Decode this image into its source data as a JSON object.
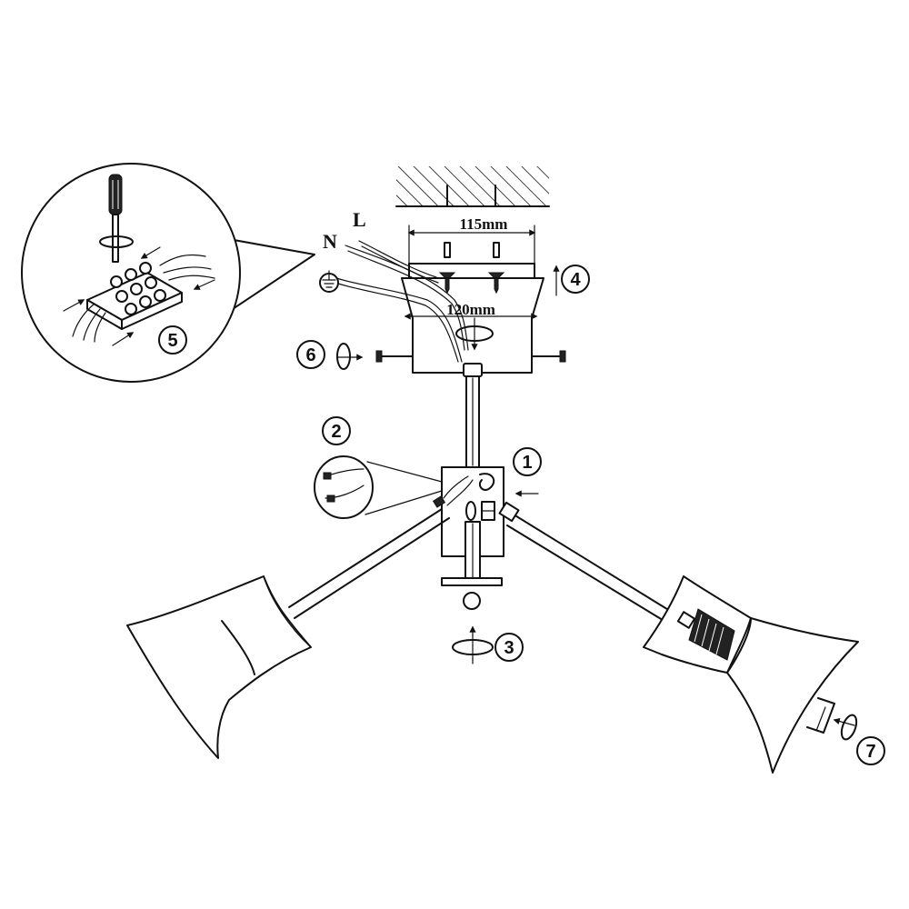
{
  "wire_labels": {
    "neutral": "N",
    "live": "L"
  },
  "dimensions": {
    "top_width": "115mm",
    "bottom_width": "120mm"
  },
  "steps": [
    "1",
    "2",
    "3",
    "4",
    "5",
    "6",
    "7"
  ],
  "icons": [
    "earth-ground-icon",
    "rotate-arrow-icon",
    "screwdriver-icon",
    "terminal-block-icon",
    "arrow-icon"
  ],
  "colors": {
    "line": "#111111",
    "background": "#ffffff"
  }
}
